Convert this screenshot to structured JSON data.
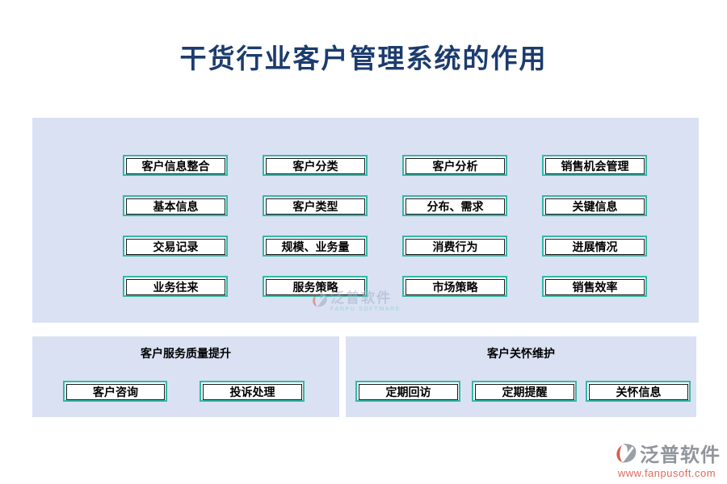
{
  "title": "干货行业客户管理系统的作用",
  "colors": {
    "panel_bg": "#d9e1f3",
    "node_border": "#31b8a7",
    "node_inner_border": "#1a1a1a",
    "title_color": "#1c3c6e",
    "logo_text_color": "#90959d",
    "logo_url_color": "#e0695c",
    "watermark_color": "#a3b2cb"
  },
  "main_panel": {
    "buttons": [
      "客户信息整合",
      "客户分类",
      "客户分析",
      "销售机会管理",
      "基本信息",
      "客户类型",
      "分布、需求",
      "关键信息",
      "交易记录",
      "规模、业务量",
      "消费行为",
      "进展情况",
      "业务往来",
      "服务策略",
      "市场策略",
      "销售效率"
    ]
  },
  "service_panel": {
    "header": "客户服务质量提升",
    "buttons": [
      "客户咨询",
      "投诉处理"
    ]
  },
  "care_panel": {
    "header": "客户关怀维护",
    "buttons": [
      "定期回访",
      "定期提醒",
      "关怀信息"
    ]
  },
  "watermark": {
    "text": "泛普软件",
    "subtext": "FANPU SOFTWARE"
  },
  "footer_logo": {
    "text": "泛普软件",
    "url": "www.fanpusoft.com"
  }
}
